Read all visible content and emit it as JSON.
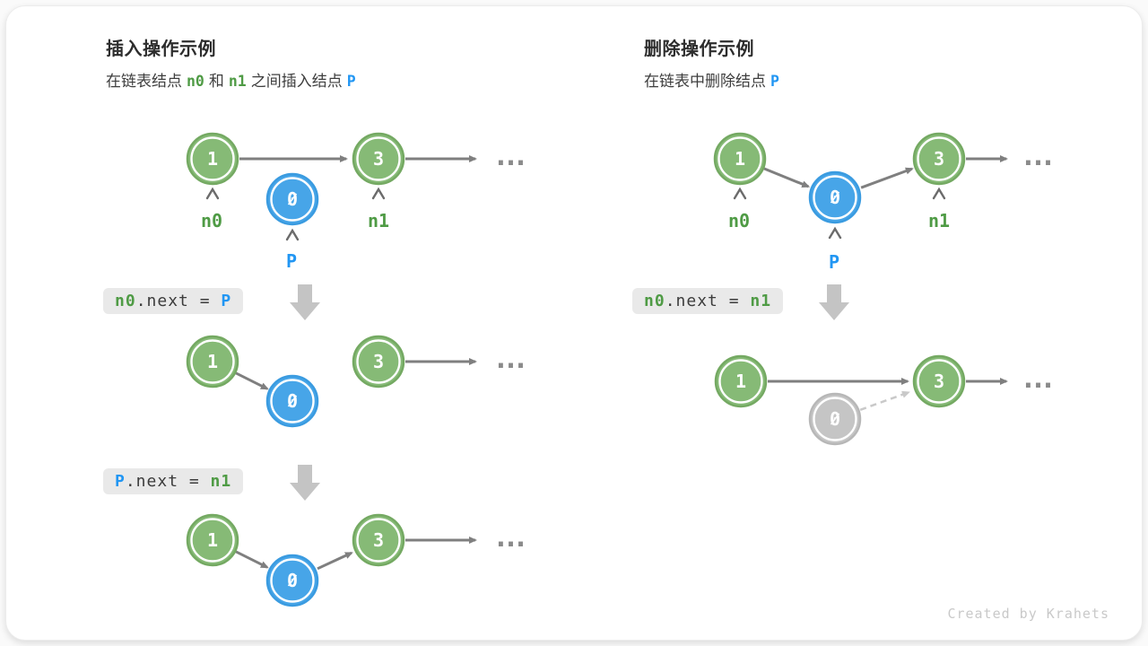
{
  "insert": {
    "title": "插入操作示例",
    "subtitle": {
      "t1": "在链表结点",
      "v1": "n0",
      "t2": "和",
      "v2": "n1",
      "t3": "之间插入结点",
      "v3": "P"
    },
    "node_values": {
      "first": "1",
      "third": "3",
      "inserted": "0"
    },
    "pointer_labels": {
      "n0": "n0",
      "n1": "n1",
      "p": "P"
    },
    "code_step1": {
      "lhs": "n0",
      "mid": ".next = ",
      "rhs": "P"
    },
    "code_step2": {
      "lhs": "P",
      "mid": ".next = ",
      "rhs": "n1"
    },
    "ellipsis": "..."
  },
  "delete": {
    "title": "删除操作示例",
    "subtitle": {
      "t1": "在链表中删除结点",
      "v1": "P"
    },
    "node_values": {
      "first": "1",
      "third": "3",
      "removed": "0"
    },
    "pointer_labels": {
      "n0": "n0",
      "n1": "n1",
      "p": "P"
    },
    "code_step1": {
      "lhs": "n0",
      "mid": ".next = ",
      "rhs": "n1"
    },
    "ellipsis": "..."
  },
  "credit": "Created by Krahets",
  "colors": {
    "node_green": "#86ba76",
    "node_blue": "#47a5e8",
    "node_gray": "#c5c5c5",
    "label_green": "#4f9b45",
    "label_blue": "#2196f3",
    "arrow_gray": "#7f7f7f",
    "code_box_bg": "#e9e9e9"
  }
}
